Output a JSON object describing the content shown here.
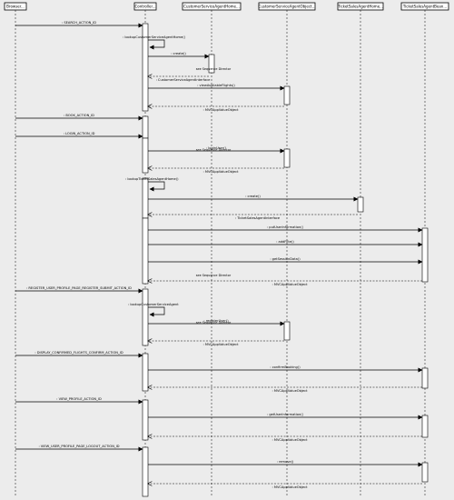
{
  "lifelines": [
    {
      "id": "browser",
      "name": "Browser..."
    },
    {
      "id": "controller",
      "name": "Controller..."
    },
    {
      "id": "csahome",
      "name": "CustomerServiceAgentHome..."
    },
    {
      "id": "csaobj",
      "name": "CustomerServiceAgentObject..."
    },
    {
      "id": "tsahome",
      "name": "TicketSalesAgentHome..."
    },
    {
      "id": "tsabean",
      "name": "TicketSalesAgentBean..."
    }
  ],
  "messages": [
    {
      "from": "browser",
      "to": "controller",
      "label": ": SEARCH_ACTION_ID",
      "kind": "call"
    },
    {
      "from": "controller",
      "to": "controller",
      "label": ": lookupCustomerServiceAgentHome()",
      "kind": "self"
    },
    {
      "from": "controller",
      "to": "csahome",
      "label": ": create()",
      "kind": "call"
    },
    {
      "from": "csahome",
      "to": "controller",
      "label": ": CustomerServiceAgentInterface",
      "kind": "return"
    },
    {
      "from": "controller",
      "to": "csaobj",
      "label": ": viewAvailableFlights()",
      "kind": "call"
    },
    {
      "from": "csaobj",
      "to": "controller",
      "label": ": MVCAppValueObject",
      "kind": "return"
    },
    {
      "from": "browser",
      "to": "controller",
      "label": ": BOOK_ACTION_ID",
      "kind": "call"
    },
    {
      "from": "browser",
      "to": "controller",
      "label": ": LOGIN_ACTION_ID",
      "kind": "call"
    },
    {
      "from": "controller",
      "to": "csaobj",
      "label": ": loginUser()",
      "kind": "call"
    },
    {
      "from": "csaobj",
      "to": "controller",
      "label": ": MVCAppValueObject",
      "kind": "return"
    },
    {
      "from": "controller",
      "to": "controller",
      "label": ": lookupTicketSalesAgentHome()",
      "kind": "self"
    },
    {
      "from": "controller",
      "to": "tsahome",
      "label": ": create()",
      "kind": "call"
    },
    {
      "from": "tsahome",
      "to": "controller",
      "label": ": TicketSalesAgentInterface",
      "kind": "return"
    },
    {
      "from": "controller",
      "to": "tsabean",
      "label": ": putUserInformation()",
      "kind": "call"
    },
    {
      "from": "controller",
      "to": "tsabean",
      "label": ": addFlite()",
      "kind": "call"
    },
    {
      "from": "controller",
      "to": "tsabean",
      "label": ": getSessionData()",
      "kind": "call"
    },
    {
      "from": "tsabean",
      "to": "controller",
      "label": ": MVCAppValueObject",
      "kind": "return"
    },
    {
      "from": "browser",
      "to": "controller",
      "label": ": REGISTER_USER_PROFILE_PAGE_REGISTER_SUBMIT_ACTION_ID",
      "kind": "call"
    },
    {
      "from": "controller",
      "to": "controller",
      "label": ": lookupCustomerServiceAgent",
      "kind": "self"
    },
    {
      "from": "controller",
      "to": "csaobj",
      "label": ": registerUser()",
      "kind": "call"
    },
    {
      "from": "csaobj",
      "to": "controller",
      "label": ": MVCAppValueObject",
      "kind": "return"
    },
    {
      "from": "browser",
      "to": "controller",
      "label": ": DISPLAY_CONFIRMED_FLIGHTS_CONFIRM_ACTION_ID",
      "kind": "call"
    },
    {
      "from": "controller",
      "to": "tsabean",
      "label": ": confirmBooking()",
      "kind": "call"
    },
    {
      "from": "tsabean",
      "to": "controller",
      "label": ": MVCAppValueObject",
      "kind": "return"
    },
    {
      "from": "browser",
      "to": "controller",
      "label": ": VIEW_PROFILE_ACTION_ID",
      "kind": "call"
    },
    {
      "from": "controller",
      "to": "tsabean",
      "label": ": getUserInformation()",
      "kind": "call"
    },
    {
      "from": "tsabean",
      "to": "controller",
      "label": ": MVCAppValueObject",
      "kind": "return"
    },
    {
      "from": "browser",
      "to": "controller",
      "label": ": VIEW_USER_PROFILE_PAGE_LOGOUT_ACTION_ID",
      "kind": "call"
    },
    {
      "from": "controller",
      "to": "tsabean",
      "label": ": remove()",
      "kind": "call"
    },
    {
      "from": "tsabean",
      "to": "controller",
      "label": ": MVCAppValueObject",
      "kind": "return"
    }
  ],
  "notes": [
    {
      "label": "see Sequence Director"
    },
    {
      "label": "see Sequence Director"
    },
    {
      "label": "see Sequence Director"
    },
    {
      "label": "see Sequence Director"
    }
  ]
}
